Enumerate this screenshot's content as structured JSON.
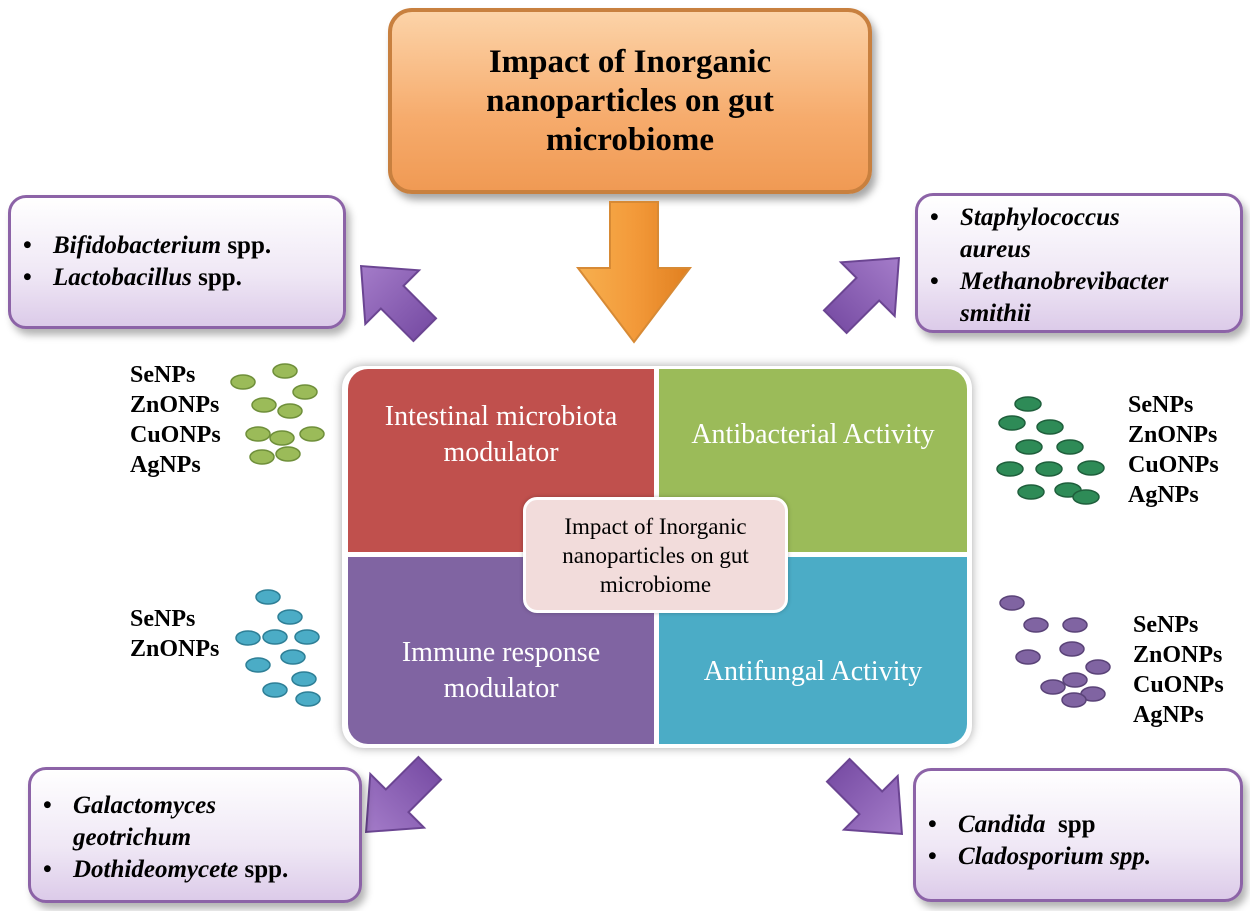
{
  "title": "Impact of Inorganic nanoparticles on gut microbiome",
  "quadrants": {
    "top_left": "Intestinal microbiota modulator",
    "top_right": "Antibacterial Activity",
    "bottom_left": "Immune response modulator",
    "bottom_right": "Antifungal Activity"
  },
  "center_label": "Impact of Inorganic nanoparticles on gut microbiome",
  "boxes": {
    "top_left": [
      {
        "italic": "Bifidobacterium",
        "rest": " spp."
      },
      {
        "italic": "Lactobacillus",
        "rest": " spp."
      }
    ],
    "top_right": [
      {
        "italic": "Staphylococcus aureus",
        "rest": ""
      },
      {
        "italic": "Methanobrevibacter smithii",
        "rest": ""
      }
    ],
    "bottom_left": [
      {
        "italic": "Galactomyces geotrichum",
        "rest": ""
      },
      {
        "italic": "Dothideomycete",
        "rest": " spp."
      }
    ],
    "bottom_right": [
      {
        "italic": "Candida",
        "rest": "  spp"
      },
      {
        "italic": "Cladosporium spp.",
        "rest": ""
      }
    ]
  },
  "nanoparticles": {
    "top_left": [
      "SeNPs",
      "ZnONPs",
      "CuONPs",
      "AgNPs"
    ],
    "top_right": [
      "SeNPs",
      "ZnONPs",
      "CuONPs",
      "AgNPs"
    ],
    "bottom_left": [
      "SeNPs",
      "ZnONPs"
    ],
    "bottom_right": [
      "SeNPs",
      "ZnONPs",
      "CuONPs",
      "AgNPs"
    ]
  },
  "colors": {
    "title_fill": "#f6ab6c",
    "arrow_orange": "#f39a3a",
    "arrow_purple": "#8b5fb8",
    "quad_red": "#c0504d",
    "quad_green": "#9bbb59",
    "quad_purple": "#8064a2",
    "quad_blue": "#4bacc6",
    "particles_light_green": "#9bbb59",
    "particles_dark_green": "#2e8b57",
    "particles_blue": "#4bacc6",
    "particles_purple": "#8064a2"
  }
}
